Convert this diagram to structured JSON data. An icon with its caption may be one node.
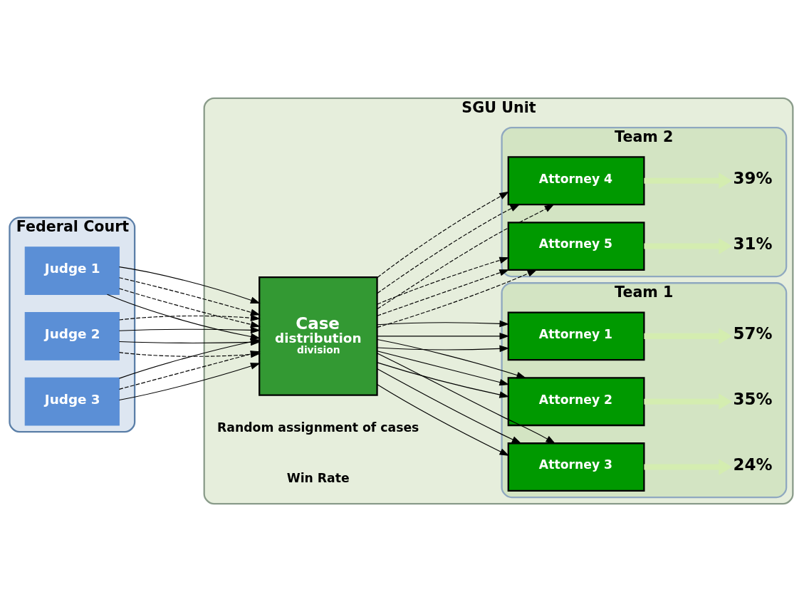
{
  "diagram": {
    "nodes": [
      {
        "text": [
          "SGU Unit"
        ]
      },
      {
        "text": [
          "Federal Court"
        ]
      },
      {
        "text": [
          "Judge 1"
        ],
        "in": 1
      },
      {
        "text": [
          "Judge 2"
        ],
        "in": 1
      },
      {
        "text": [
          "Judge 3"
        ],
        "in": 1
      },
      {
        "text": [
          "Case",
          "distribution",
          "division"
        ],
        "in": 0
      },
      {
        "text": [
          "Team 1"
        ],
        "in": 0
      },
      {
        "text": [
          "Attorney 1"
        ],
        "in": 6
      },
      {
        "text": [
          "Attorney 2"
        ],
        "in": 6
      },
      {
        "text": [
          "Attorney 3"
        ],
        "in": 6
      },
      {
        "text": [
          "Team 2"
        ],
        "in": 0
      },
      {
        "text": [
          "Attorney 4"
        ],
        "in": 10
      },
      {
        "text": [
          "Attorney 5"
        ],
        "in": 10
      },
      {
        "text": [
          "57%"
        ],
        "in": 6
      },
      {
        "text": [
          "35%"
        ],
        "in": 6
      },
      {
        "text": [
          "24%"
        ],
        "in": 6
      },
      {
        "text": [
          "39%"
        ],
        "in": 10
      },
      {
        "text": [
          "31%"
        ],
        "in": 10
      }
    ],
    "edges": [
      {
        "from": 2,
        "to": 5,
        "arrow": "to"
      },
      {
        "from": 2,
        "to": 5,
        "arrow": "to",
        "style": "dashed"
      },
      {
        "from": 2,
        "to": 5,
        "arrow": "to",
        "style": "dashed"
      },
      {
        "from": 2,
        "to": 5,
        "arrow": "to"
      },
      {
        "from": 3,
        "to": 5,
        "arrow": "to",
        "style": "dashed"
      },
      {
        "from": 3,
        "to": 5,
        "arrow": "to"
      },
      {
        "from": 3,
        "to": 5,
        "arrow": "to"
      },
      {
        "from": 3,
        "to": 5,
        "arrow": "to",
        "style": "dashed"
      },
      {
        "from": 4,
        "to": 5,
        "arrow": "to"
      },
      {
        "from": 4,
        "to": 5,
        "arrow": "to",
        "style": "dashed"
      },
      {
        "from": 4,
        "to": 5,
        "arrow": "to"
      },
      {
        "from": 5,
        "to": 7,
        "arrow": "to"
      },
      {
        "from": 5,
        "to": 7,
        "arrow": "to"
      },
      {
        "from": 5,
        "to": 7,
        "arrow": "to"
      },
      {
        "from": 5,
        "to": 8,
        "arrow": "to"
      },
      {
        "from": 5,
        "to": 8,
        "arrow": "to"
      },
      {
        "from": 5,
        "to": 8,
        "arrow": "to"
      },
      {
        "from": 5,
        "to": 9,
        "arrow": "to"
      },
      {
        "from": 5,
        "to": 9,
        "arrow": "to"
      },
      {
        "from": 5,
        "to": 9,
        "arrow": "to"
      },
      {
        "from": 5,
        "to": 11,
        "arrow": "to",
        "style": "dashed"
      },
      {
        "from": 5,
        "to": 11,
        "arrow": "to",
        "style": "dashed"
      },
      {
        "from": 5,
        "to": 11,
        "arrow": "to",
        "style": "dashed"
      },
      {
        "from": 5,
        "to": 12,
        "arrow": "to",
        "style": "dashed"
      },
      {
        "from": 5,
        "to": 12,
        "arrow": "to",
        "style": "dashed"
      },
      {
        "from": 5,
        "to": 12,
        "arrow": "to",
        "style": "dashed"
      },
      {
        "from": 7,
        "to": 13,
        "arrow": "to",
        "style": "thick",
        "color": "#d4edb0"
      },
      {
        "from": 8,
        "to": 14,
        "arrow": "to",
        "style": "thick",
        "color": "#d4edb0"
      },
      {
        "from": 9,
        "to": 15,
        "arrow": "to",
        "style": "thick",
        "color": "#d4edb0"
      },
      {
        "from": 11,
        "to": 16,
        "arrow": "to",
        "style": "thick",
        "color": "#d4edb0"
      },
      {
        "from": 12,
        "to": 17,
        "arrow": "to",
        "style": "thick",
        "color": "#d4edb0"
      }
    ],
    "labels": [
      "Random assignment of cases",
      "Win Rate"
    ]
  }
}
